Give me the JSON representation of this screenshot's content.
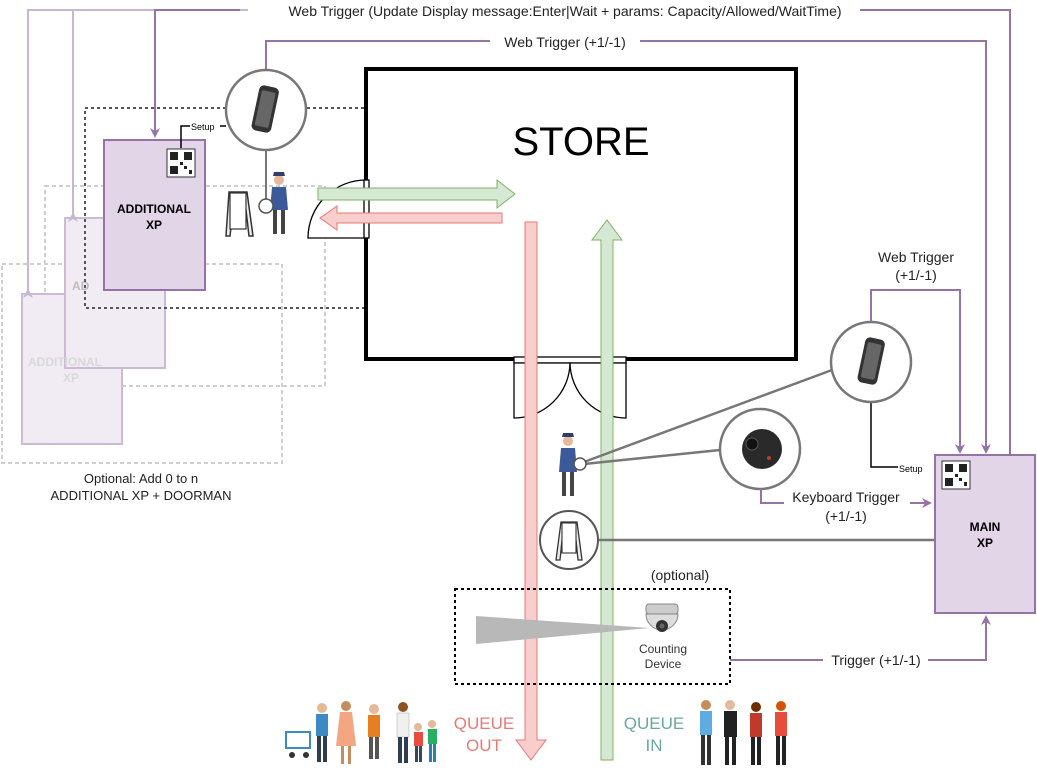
{
  "store": {
    "title": "STORE"
  },
  "top_trigger": {
    "label": "Web Trigger (Update Display message:Enter|Wait + params: Capacity/Allowed/WaitTime)"
  },
  "second_trigger": {
    "label": "Web Trigger (+1/-1)"
  },
  "right_trigger": {
    "line1": "Web Trigger",
    "line2": "(+1/-1)"
  },
  "keyboard_trigger": {
    "line1": "Keyboard Trigger",
    "line2": "(+1/-1)"
  },
  "counting_trigger": {
    "label": "Trigger (+1/-1)"
  },
  "additional_xp": {
    "line1": "ADDITIONAL",
    "line2": "XP",
    "setup": "Setup"
  },
  "ghost_xp": {
    "line1": "ADDITIONAL",
    "line2": "XP",
    "short": "AD"
  },
  "main_xp": {
    "line1": "MAIN",
    "line2": "XP",
    "setup": "Setup"
  },
  "optional_note": {
    "line1": "Optional: Add 0 to n",
    "line2": "ADDITIONAL XP + DOORMAN"
  },
  "counting_device": {
    "optional": "(optional)",
    "line1": "Counting",
    "line2": "Device"
  },
  "queue_out": {
    "line1": "QUEUE",
    "line2": "OUT"
  },
  "queue_in": {
    "line1": "QUEUE",
    "line2": "IN"
  },
  "colors": {
    "purple": "#9673a6",
    "purple_fill": "#e1d5e7",
    "red": "#f8cecc",
    "red_stroke": "#e77a75",
    "green": "#d5e8d4",
    "green_stroke": "#82b366",
    "grey": "#777777"
  }
}
